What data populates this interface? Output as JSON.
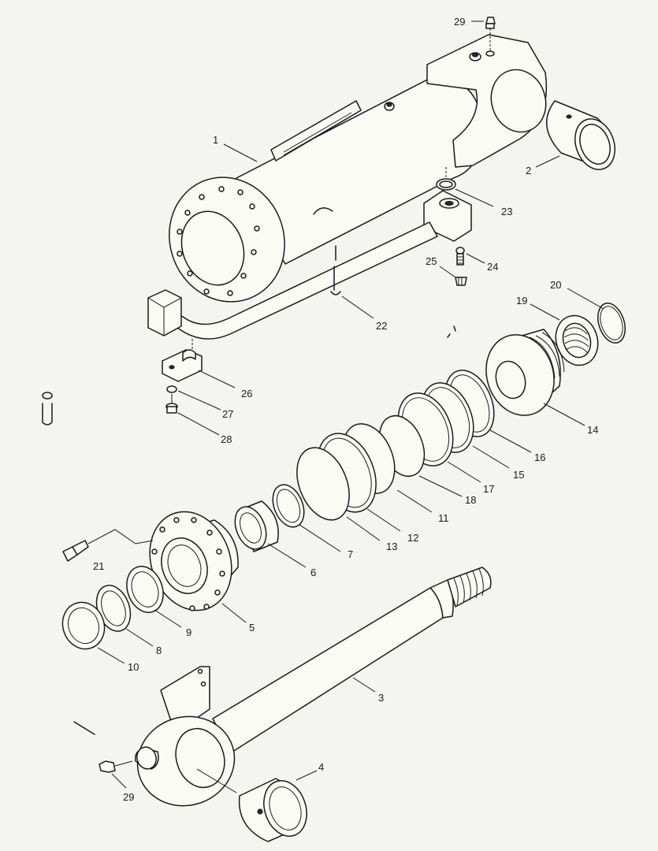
{
  "colors": {
    "background": "#f4f4f0",
    "line": "#1a1a1a",
    "fill": "#fbfbf6"
  },
  "callouts": [
    {
      "id": "29a",
      "label": "29"
    },
    {
      "id": "1",
      "label": "1"
    },
    {
      "id": "2",
      "label": "2"
    },
    {
      "id": "23",
      "label": "23"
    },
    {
      "id": "24",
      "label": "24"
    },
    {
      "id": "25",
      "label": "25"
    },
    {
      "id": "22",
      "label": "22"
    },
    {
      "id": "20",
      "label": "20"
    },
    {
      "id": "19",
      "label": "19"
    },
    {
      "id": "26",
      "label": "26"
    },
    {
      "id": "27",
      "label": "27"
    },
    {
      "id": "28",
      "label": "28"
    },
    {
      "id": "14",
      "label": "14"
    },
    {
      "id": "16",
      "label": "16"
    },
    {
      "id": "15",
      "label": "15"
    },
    {
      "id": "17",
      "label": "17"
    },
    {
      "id": "18",
      "label": "18"
    },
    {
      "id": "11",
      "label": "11"
    },
    {
      "id": "12",
      "label": "12"
    },
    {
      "id": "13",
      "label": "13"
    },
    {
      "id": "7",
      "label": "7"
    },
    {
      "id": "6",
      "label": "6"
    },
    {
      "id": "21",
      "label": "21"
    },
    {
      "id": "5",
      "label": "5"
    },
    {
      "id": "9",
      "label": "9"
    },
    {
      "id": "8",
      "label": "8"
    },
    {
      "id": "10",
      "label": "10"
    },
    {
      "id": "3",
      "label": "3"
    },
    {
      "id": "4",
      "label": "4"
    },
    {
      "id": "29b",
      "label": "29"
    }
  ]
}
